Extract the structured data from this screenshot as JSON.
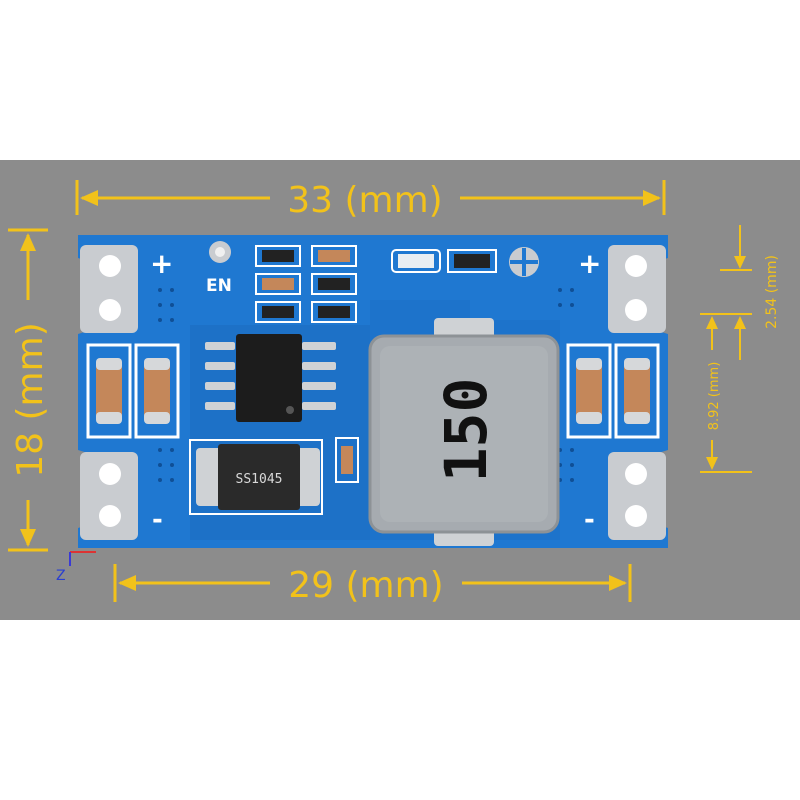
{
  "dimensions": {
    "width_top": "33 (mm)",
    "width_bottom": "29 (mm)",
    "height_left": "18 (mm)",
    "pitch": "2.54 (mm)",
    "pad_span": "8.92 (mm)"
  },
  "board": {
    "en_label": "EN",
    "plus_left": "+",
    "plus_right": "+",
    "minus_left": "-",
    "minus_right": "-",
    "inductor_marking": "150",
    "diode_marking": "SS1045",
    "axis_label": "Z"
  },
  "colors": {
    "background": "#8c8c8c",
    "pcb": "#1f78d1",
    "dimension": "#f2c21a",
    "inductor": "#a6abb0"
  }
}
